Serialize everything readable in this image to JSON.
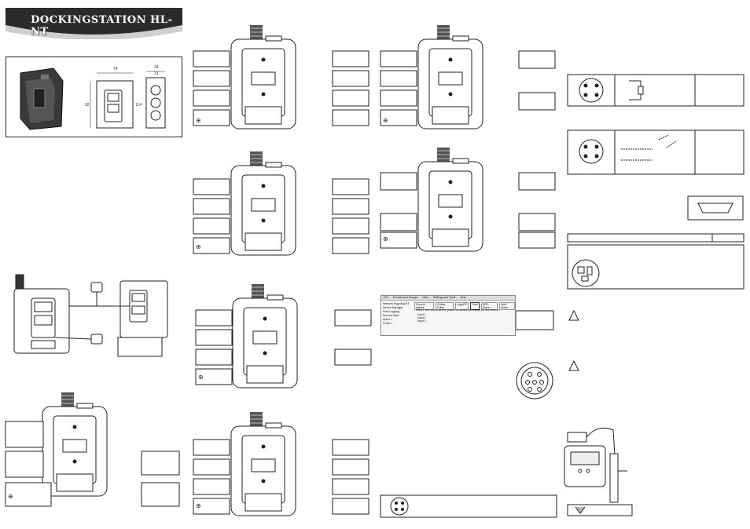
{
  "header": {
    "title": "DOCKINGSTATION HL-NT"
  },
  "dims": {
    "width": "74",
    "side_width": "34",
    "side_sub": "31",
    "height": "92",
    "inner_height": "114"
  },
  "panels": [
    "tl",
    "tm1",
    "tm2",
    "tm3",
    "tm4",
    "tr1",
    "tr2"
  ],
  "software": {
    "menu": [
      "File",
      "Devices and Groups",
      "View",
      "Settings and Tools",
      "Help"
    ],
    "tree": [
      "Network Hygrolog NT",
      "Device Manager",
      "Data Logging",
      "Service Data",
      "Alarm 1",
      "Probe 1"
    ],
    "tabs": [
      "Current Values",
      "Online Editor",
      "Logs/PC",
      "Start",
      "DRO Server",
      "AwD Mode"
    ],
    "hint": "Select here which device (inputs or values) to display for this device:",
    "items": [
      "Input 1",
      "Input 2",
      "Input 3"
    ]
  },
  "symbols": {
    "ground": "⊕"
  },
  "colors": {
    "header_band": "#2b2b2b",
    "header_arc": "#cfcfcf",
    "device_body": "#ffffff",
    "outline": "#222222"
  }
}
